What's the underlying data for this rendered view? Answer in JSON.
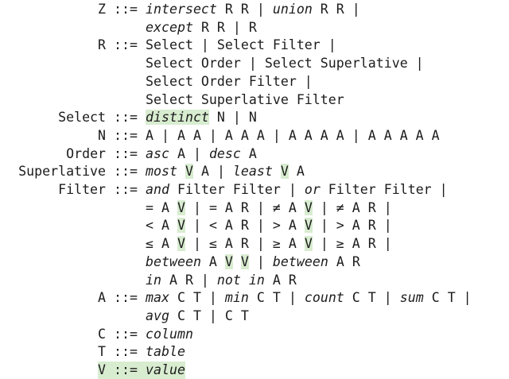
{
  "grammar": {
    "def_symbol": " ::= ",
    "lines": [
      {
        "lhs": "Z",
        "segs": [
          {
            "t": "intersect",
            "k": 1
          },
          {
            "t": " R R | "
          },
          {
            "t": "union",
            "k": 1
          },
          {
            "t": " R R |"
          }
        ]
      },
      {
        "lhs": "",
        "segs": [
          {
            "t": "except",
            "k": 1
          },
          {
            "t": " R R | R"
          }
        ]
      },
      {
        "lhs": "R",
        "segs": [
          {
            "t": "Select | Select Filter |"
          }
        ]
      },
      {
        "lhs": "",
        "segs": [
          {
            "t": "Select Order | Select Superlative |"
          }
        ]
      },
      {
        "lhs": "",
        "segs": [
          {
            "t": "Select Order Filter |"
          }
        ]
      },
      {
        "lhs": "",
        "segs": [
          {
            "t": "Select Superlative Filter"
          }
        ]
      },
      {
        "lhs": "Select",
        "segs": [
          {
            "t": "distinct",
            "k": 1,
            "h": 1
          },
          {
            "t": " N | N"
          }
        ]
      },
      {
        "lhs": "N",
        "segs": [
          {
            "t": "A | A A | A A A | A A A A | A A A A A"
          }
        ]
      },
      {
        "lhs": "Order",
        "segs": [
          {
            "t": "asc",
            "k": 1
          },
          {
            "t": " A | "
          },
          {
            "t": "desc",
            "k": 1
          },
          {
            "t": " A"
          }
        ]
      },
      {
        "lhs": "Superlative",
        "segs": [
          {
            "t": "most",
            "k": 1
          },
          {
            "t": " "
          },
          {
            "t": "V",
            "h": 1
          },
          {
            "t": " A | "
          },
          {
            "t": "least",
            "k": 1
          },
          {
            "t": " "
          },
          {
            "t": "V",
            "h": 1
          },
          {
            "t": " A"
          }
        ]
      },
      {
        "lhs": "Filter",
        "segs": [
          {
            "t": "and",
            "k": 1
          },
          {
            "t": " Filter Filter | "
          },
          {
            "t": "or",
            "k": 1
          },
          {
            "t": " Filter Filter |"
          }
        ]
      },
      {
        "lhs": "",
        "segs": [
          {
            "t": "= A "
          },
          {
            "t": "V",
            "h": 1
          },
          {
            "t": " | = A R | ≠ A "
          },
          {
            "t": "V",
            "h": 1
          },
          {
            "t": " | ≠ A R |"
          }
        ]
      },
      {
        "lhs": "",
        "segs": [
          {
            "t": "< A "
          },
          {
            "t": "V",
            "h": 1
          },
          {
            "t": " | < A R | > A "
          },
          {
            "t": "V",
            "h": 1
          },
          {
            "t": " | > A R |"
          }
        ]
      },
      {
        "lhs": "",
        "segs": [
          {
            "t": "≤ A "
          },
          {
            "t": "V",
            "h": 1
          },
          {
            "t": " | ≤ A R | ≥ A "
          },
          {
            "t": "V",
            "h": 1
          },
          {
            "t": " | ≥ A R |"
          }
        ]
      },
      {
        "lhs": "",
        "segs": [
          {
            "t": "between",
            "k": 1
          },
          {
            "t": " A "
          },
          {
            "t": "V",
            "h": 1
          },
          {
            "t": " "
          },
          {
            "t": "V",
            "h": 1
          },
          {
            "t": " | "
          },
          {
            "t": "between",
            "k": 1
          },
          {
            "t": " A R"
          }
        ]
      },
      {
        "lhs": "",
        "segs": [
          {
            "t": "in",
            "k": 1
          },
          {
            "t": " A R | "
          },
          {
            "t": "not in",
            "k": 1
          },
          {
            "t": " A R"
          }
        ]
      },
      {
        "lhs": "A",
        "segs": [
          {
            "t": "max",
            "k": 1
          },
          {
            "t": " C T | "
          },
          {
            "t": "min",
            "k": 1
          },
          {
            "t": " C T | "
          },
          {
            "t": "count",
            "k": 1
          },
          {
            "t": " C T | "
          },
          {
            "t": "sum",
            "k": 1
          },
          {
            "t": " C T |"
          }
        ]
      },
      {
        "lhs": "",
        "segs": [
          {
            "t": "avg",
            "k": 1
          },
          {
            "t": " C T | C T"
          }
        ]
      },
      {
        "lhs": "C",
        "segs": [
          {
            "t": "column",
            "k": 1
          }
        ]
      },
      {
        "lhs": "T",
        "segs": [
          {
            "t": "table",
            "k": 1
          }
        ]
      },
      {
        "lhs": "V",
        "segs": [
          {
            "t": "value",
            "k": 1
          }
        ],
        "hl": 1
      }
    ]
  }
}
